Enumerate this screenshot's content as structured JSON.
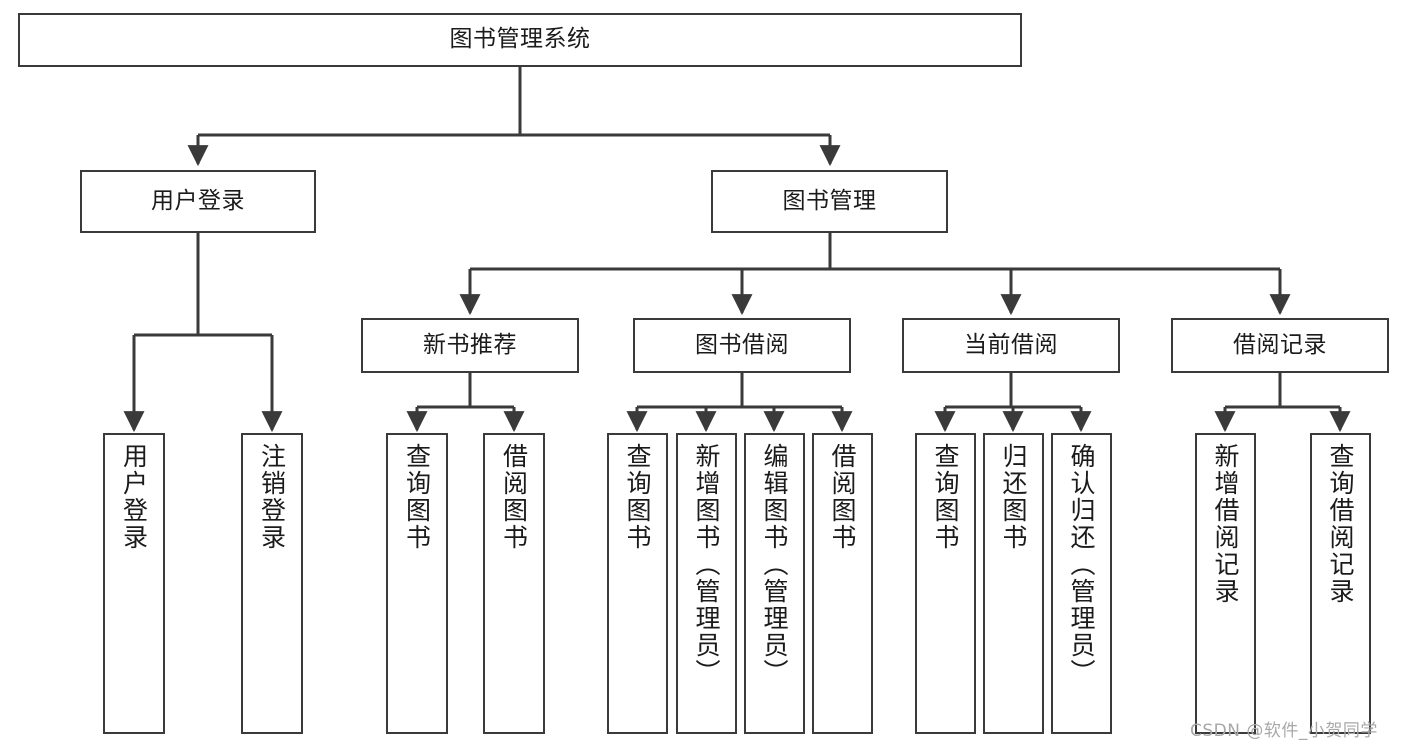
{
  "diagram": {
    "title": "图书管理系统",
    "type": "tree-hierarchy-chart",
    "background_color": "#ffffff",
    "line_color": "#3a3a3a",
    "box_border_color": "#3a3a3a",
    "text_color": "#1b1b1b"
  },
  "nodes": {
    "root": {
      "label": "图书管理系统",
      "level": 0,
      "orientation": "horizontal"
    },
    "l1": [
      {
        "id": "user-login",
        "label": "用户登录",
        "level": 1,
        "orientation": "horizontal"
      },
      {
        "id": "book-manage",
        "label": "图书管理",
        "level": 1,
        "orientation": "horizontal"
      }
    ],
    "l2": [
      {
        "id": "new-book-recommend",
        "label": "新书推荐",
        "level": 2,
        "orientation": "horizontal"
      },
      {
        "id": "book-borrow",
        "label": "图书借阅",
        "level": 2,
        "orientation": "horizontal"
      },
      {
        "id": "current-borrow",
        "label": "当前借阅",
        "level": 2,
        "orientation": "horizontal"
      },
      {
        "id": "borrow-record",
        "label": "借阅记录",
        "level": 2,
        "orientation": "horizontal"
      }
    ],
    "leaves": {
      "user_login": [
        {
          "id": "leaf-user-login",
          "label": "用户登录"
        },
        {
          "id": "leaf-user-logout",
          "label": "注销登录"
        }
      ],
      "new_book_recommend": [
        {
          "id": "leaf-query-book-1",
          "label": "查询图书"
        },
        {
          "id": "leaf-borrow-book-1",
          "label": "借阅图书"
        }
      ],
      "book_borrow": [
        {
          "id": "leaf-query-book-2",
          "label": "查询图书"
        },
        {
          "id": "leaf-add-book",
          "label": "新增图书（管理员）"
        },
        {
          "id": "leaf-edit-book",
          "label": "编辑图书（管理员）"
        },
        {
          "id": "leaf-borrow-book-2",
          "label": "借阅图书"
        }
      ],
      "current_borrow": [
        {
          "id": "leaf-query-book-3",
          "label": "查询图书"
        },
        {
          "id": "leaf-return-book",
          "label": "归还图书"
        },
        {
          "id": "leaf-confirm-return",
          "label": "确认归还（管理员）"
        }
      ],
      "borrow_record": [
        {
          "id": "leaf-add-record",
          "label": "新增借阅记录"
        },
        {
          "id": "leaf-query-record",
          "label": "查询借阅记录"
        }
      ]
    }
  },
  "watermark": {
    "text": "CSDN @软件_小贺同学"
  }
}
